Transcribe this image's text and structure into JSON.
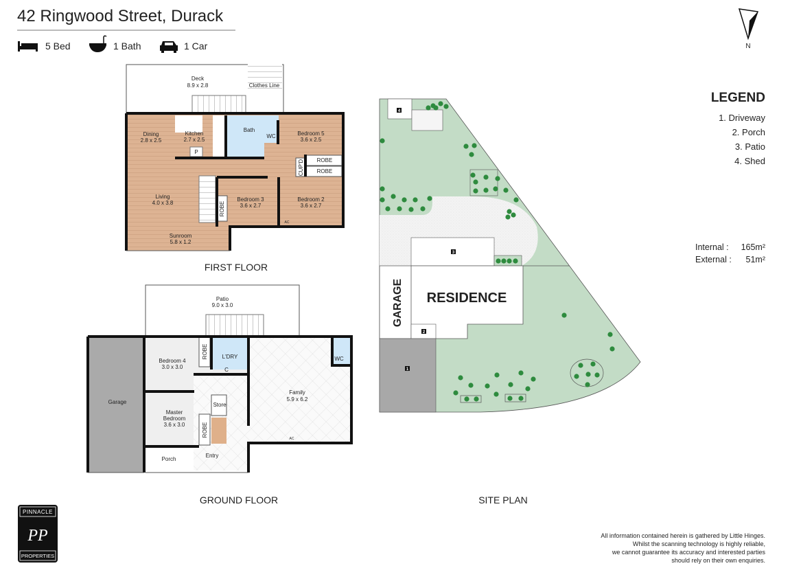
{
  "header": {
    "address": "42 Ringwood Street, Durack",
    "features": [
      {
        "icon": "bed-icon",
        "label": "5 Bed"
      },
      {
        "icon": "bath-icon",
        "label": "1 Bath"
      },
      {
        "icon": "car-icon",
        "label": "1 Car"
      }
    ]
  },
  "compass": {
    "label": "N"
  },
  "first_floor": {
    "title": "FIRST FLOOR",
    "rooms": {
      "deck": {
        "name": "Deck",
        "size": "8.9 x 2.8"
      },
      "clothes_line": "Clothes Line",
      "dining": {
        "name": "Dining",
        "size": "2.8 x 2.5"
      },
      "kitchen": {
        "name": "Kitchen",
        "size": "2.7 x 2.5"
      },
      "pantry": "P",
      "bath": "Bath",
      "wc": "WC",
      "bedroom5": {
        "name": "Bedroom 5",
        "size": "3.6 x 2.5"
      },
      "cupd": "CUP'D",
      "robe1": "ROBE",
      "robe2": "ROBE",
      "robe3": "ROBE",
      "living": {
        "name": "Living",
        "size": "4.0 x 3.8"
      },
      "bedroom3": {
        "name": "Bedroom 3",
        "size": "3.6 x 2.7"
      },
      "bedroom2": {
        "name": "Bedroom 2",
        "size": "3.6 x 2.7"
      },
      "ac": "AC",
      "sunroom": {
        "name": "Sunroom",
        "size": "5.8 x 1.2"
      }
    }
  },
  "ground_floor": {
    "title": "GROUND FLOOR",
    "rooms": {
      "patio": {
        "name": "Patio",
        "size": "9.0 x 3.0"
      },
      "garage": "Garage",
      "bedroom4": {
        "name": "Bedroom 4",
        "size": "3.0 x 3.0"
      },
      "robe1": "ROBE",
      "robe2": "ROBE",
      "laundry": "L'DRY",
      "cupboard": "C",
      "wc": "WC",
      "family": {
        "name": "Family",
        "size": "5.9 x 6.2"
      },
      "store": "Store",
      "master": {
        "name1": "Master",
        "name2": "Bedroom",
        "size": "3.6 x 3.0"
      },
      "porch": "Porch",
      "entry": "Entry",
      "ac": "AC"
    }
  },
  "site_plan": {
    "title": "SITE PLAN",
    "garage": "GARAGE",
    "residence": "RESIDENCE",
    "markers": [
      "1",
      "2",
      "3",
      "4"
    ]
  },
  "legend": {
    "title": "LEGEND",
    "items": [
      "1. Driveway",
      "2. Porch",
      "3. Patio",
      "4. Shed"
    ]
  },
  "areas": {
    "internal_label": "Internal :",
    "internal_value": "165m²",
    "external_label": "External :",
    "external_value": "51m²"
  },
  "logo": {
    "top": "PINNACLE",
    "mono": "PP",
    "bottom": "PROPERTIES"
  },
  "disclaimer": [
    "All information contained herein is gathered by Little Hinges.",
    "Whilst the scanning technology is highly reliable,",
    "we cannot guarantee its accuracy and interested parties",
    "should rely on their own enquiries."
  ],
  "colors": {
    "wood": "#ddb393",
    "bath": "#cfe7f8",
    "lawn": "#c3dcc6",
    "tree": "#2e8b3e",
    "driveway": "#a8a8a8"
  }
}
